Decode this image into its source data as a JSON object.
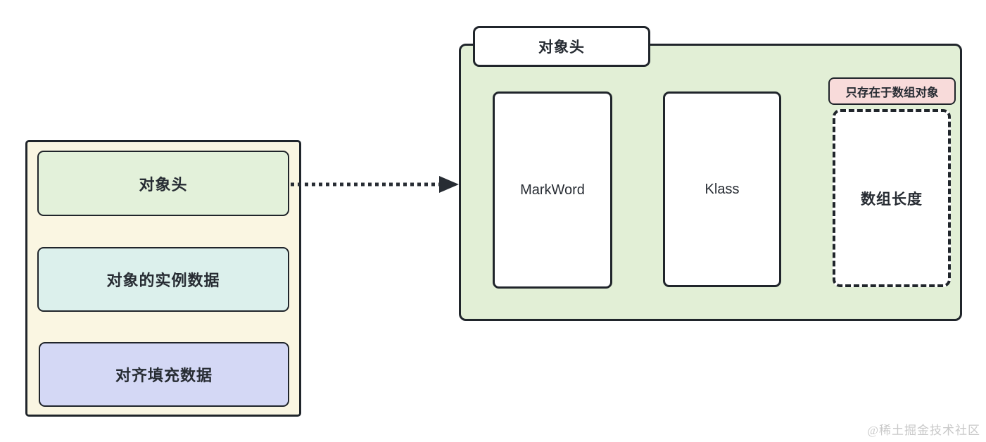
{
  "diagram": {
    "left_panel": {
      "fill": "#faf6e2",
      "boxes": [
        {
          "label": "对象头",
          "fill": "#e3f1da"
        },
        {
          "label": "对象的实例数据",
          "fill": "#dcf0ec"
        },
        {
          "label": "对齐填充数据",
          "fill": "#d4d8f5"
        }
      ]
    },
    "connector": {
      "type": "dotted-arrow"
    },
    "right_panel": {
      "fill": "#e2efd6",
      "tab_label": "对象头",
      "boxes": [
        {
          "label": "MarkWord",
          "style": "solid"
        },
        {
          "label": "Klass",
          "style": "solid"
        },
        {
          "label": "数组长度",
          "style": "dashed"
        }
      ],
      "note": {
        "label": "只存在于数组对象",
        "fill": "#f8dbda"
      }
    },
    "colors": {
      "border": "#20252b",
      "text": "#272c33",
      "watermark": "#c9c9c9"
    }
  },
  "watermark": "@稀土掘金技术社区"
}
